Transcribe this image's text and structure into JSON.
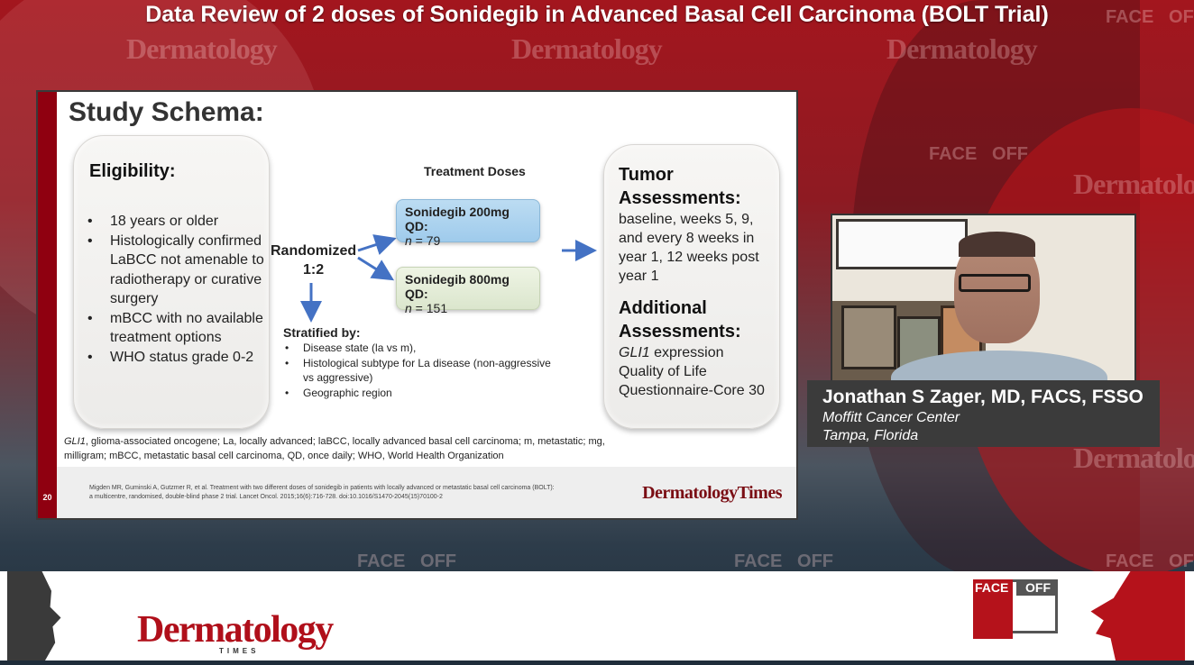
{
  "broadcast": {
    "title": "Data Review of 2 doses of Sonidegib in Advanced Basal Cell Carcinoma (BOLT Trial)",
    "watermark_brand": "Dermatology",
    "watermark_face": "FACE",
    "watermark_off": "OFF"
  },
  "slide": {
    "title": "Study Schema:",
    "page_number": "20",
    "eligibility": {
      "heading": "Eligibility:",
      "items": [
        "18 years or older",
        "Histologically confirmed LaBCC not amenable to radiotherapy or curative surgery",
        "mBCC with no available treatment options",
        "WHO status grade 0-2"
      ]
    },
    "treatment_doses_label": "Treatment Doses",
    "randomized": {
      "line1": "Randomized",
      "line2": "1:2"
    },
    "arms": [
      {
        "label": "Sonidegib 200mg QD:",
        "n_label": "n",
        "n_value": " = 79",
        "color": "#a9d1ee"
      },
      {
        "label": "Sonidegib 800mg QD:",
        "n_label": "n",
        "n_value": " = 151",
        "color": "#e3ecd6"
      }
    ],
    "stratified": {
      "heading": "Stratified by:",
      "items": [
        "Disease state (la vs m),",
        "Histological subtype for La disease (non-aggressive vs aggressive)",
        "Geographic region"
      ]
    },
    "assessments": {
      "tumor_heading_1": "Tumor",
      "tumor_heading_2": "Assessments:",
      "tumor_text": "baseline, weeks 5, 9, and every 8 weeks in year 1, 12 weeks post year 1",
      "additional_heading_1": "Additional",
      "additional_heading_2": "Assessments:",
      "gli1": "GLI1",
      "gli1_rest": " expression",
      "qol": "Quality of Life",
      "qlq": "Questionnaire-Core 30"
    },
    "footnote_gli1": "GLI1",
    "footnote": ", glioma-associated oncogene; La, locally advanced; laBCC, locally advanced basal cell carcinoma; m, metastatic; mg, milligram;  mBCC, metastatic basal cell carcinoma, QD, once daily; WHO, World Health Organization",
    "reference": "Migden MR, Guminski A, Gutzmer R, et al. Treatment with two different doses of sonidegib in patients with locally advanced or metastatic basal cell carcinoma (BOLT): a multicentre, randomised, double-blind phase 2 trial. Lancet Oncol. 2015;16(6):716-728. doi:10.1016/S1470-2045(15)70100-2",
    "logo": "DermatologyTimes"
  },
  "speaker": {
    "name": "Jonathan S Zager, MD, FACS, FSSO",
    "organization": "Moffitt Cancer Center",
    "location": "Tampa, Florida"
  },
  "banner": {
    "brand": "Dermatology",
    "brand_sub": "TIMES",
    "faceoff_face": "FACE",
    "faceoff_off": "OFF"
  },
  "colors": {
    "brand_red": "#b00f1a",
    "slide_bar": "#8f0010",
    "name_card": "#3b3b3b"
  }
}
